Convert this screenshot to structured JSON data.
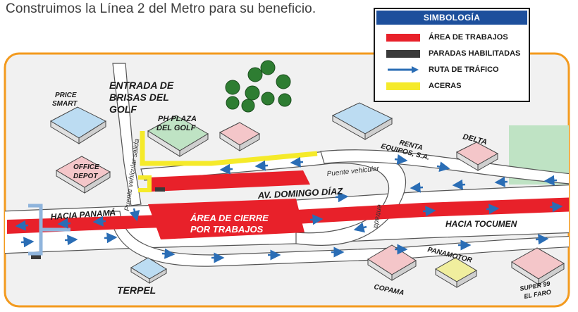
{
  "headline": "Construimos la Línea 2 del Metro para su beneficio.",
  "legend": {
    "title": "SIMBOLOGÍA",
    "items": [
      {
        "label": "ÁREA DE TRABAJOS",
        "color": "#e8212a",
        "kind": "bar"
      },
      {
        "label": "PARADAS HABILITADAS",
        "color": "#3a3a3a",
        "kind": "bar"
      },
      {
        "label": "RUTA DE TRÁFICO",
        "color": "#2a6db5",
        "kind": "arrow"
      },
      {
        "label": "ACERAS",
        "color": "#f5ea2a",
        "kind": "bar"
      }
    ]
  },
  "map": {
    "frame_color": "#f39a1e",
    "closure_area": {
      "line1": "ÁREA DE CIERRE",
      "line2": "POR TRABAJOS"
    },
    "roads": {
      "main_avenue": "AV. DOMINGO DÍAZ",
      "toward_west": "HACIA PANAMÁ",
      "toward_east": "HACIA TOCUMEN",
      "entrance": {
        "line1": "ENTRADA DE",
        "line2": "BRISAS DEL",
        "line3": "GOLF"
      },
      "exit_bridge": "Puente vehicular salida",
      "entry_bridge": "Puente vehicular entrada"
    },
    "places": {
      "price_smart": {
        "line1": "PRICE",
        "line2": "SMART"
      },
      "office_depot": {
        "line1": "OFFICE",
        "line2": "DEPOT"
      },
      "ph_plaza": {
        "line1": "PH PLAZA",
        "line2": "DEL GOLF"
      },
      "renta_equipos": {
        "line1": "RENTA",
        "line2": "EQUIPOS, S.A."
      },
      "delta": "DELTA",
      "copama": "COPAMA",
      "panamotor": "PANAMOTOR",
      "super99": {
        "line1": "SUPER 99",
        "line2": "EL FARO"
      },
      "terpel": "TERPEL"
    }
  }
}
